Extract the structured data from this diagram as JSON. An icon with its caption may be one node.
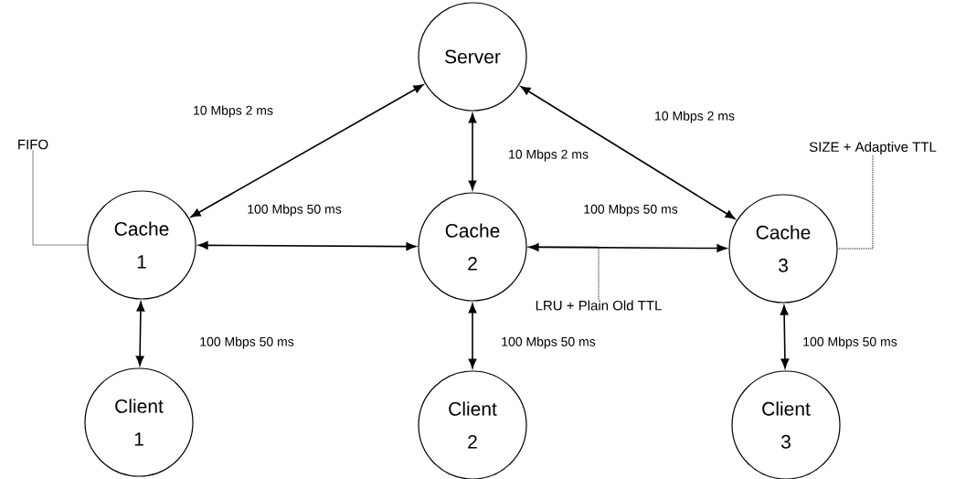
{
  "diagram": {
    "nodes": [
      {
        "text": [
          "Server"
        ]
      },
      {
        "text": [
          "Cache",
          "1"
        ]
      },
      {
        "text": [
          "Cache",
          "2"
        ]
      },
      {
        "text": [
          "Cache",
          "3"
        ]
      },
      {
        "text": [
          "Client",
          "1"
        ]
      },
      {
        "text": [
          "Client",
          "2"
        ]
      },
      {
        "text": [
          "Client",
          "3"
        ]
      },
      {
        "text": [
          "FIFO"
        ]
      },
      {
        "text": [
          "LRU + Plain Old TTL"
        ]
      },
      {
        "text": [
          "SIZE + Adaptive TTL"
        ]
      }
    ],
    "edges": [
      {
        "from": 0,
        "to": 1,
        "arrow": "both",
        "label": "10 Mbps 2 ms"
      },
      {
        "from": 0,
        "to": 2,
        "arrow": "both",
        "label": "10 Mbps 2 ms"
      },
      {
        "from": 0,
        "to": 3,
        "arrow": "both",
        "label": "10 Mbps 2 ms"
      },
      {
        "from": 1,
        "to": 2,
        "arrow": "both",
        "label": "100 Mbps 50 ms"
      },
      {
        "from": 2,
        "to": 3,
        "arrow": "both",
        "label": "100 Mbps 50 ms"
      },
      {
        "from": 1,
        "to": 4,
        "arrow": "both",
        "label": "100 Mbps 50 ms"
      },
      {
        "from": 2,
        "to": 5,
        "arrow": "both",
        "label": "100 Mbps 50 ms"
      },
      {
        "from": 3,
        "to": 6,
        "arrow": "both",
        "label": "100 Mbps 50 ms"
      },
      {
        "from": 7,
        "to": 1,
        "arrow": "none",
        "style": "dashed"
      },
      {
        "from": 8,
        "to": 2,
        "arrow": "none",
        "style": "dashed"
      },
      {
        "from": 9,
        "to": 3,
        "arrow": "none",
        "style": "dashed"
      }
    ]
  }
}
